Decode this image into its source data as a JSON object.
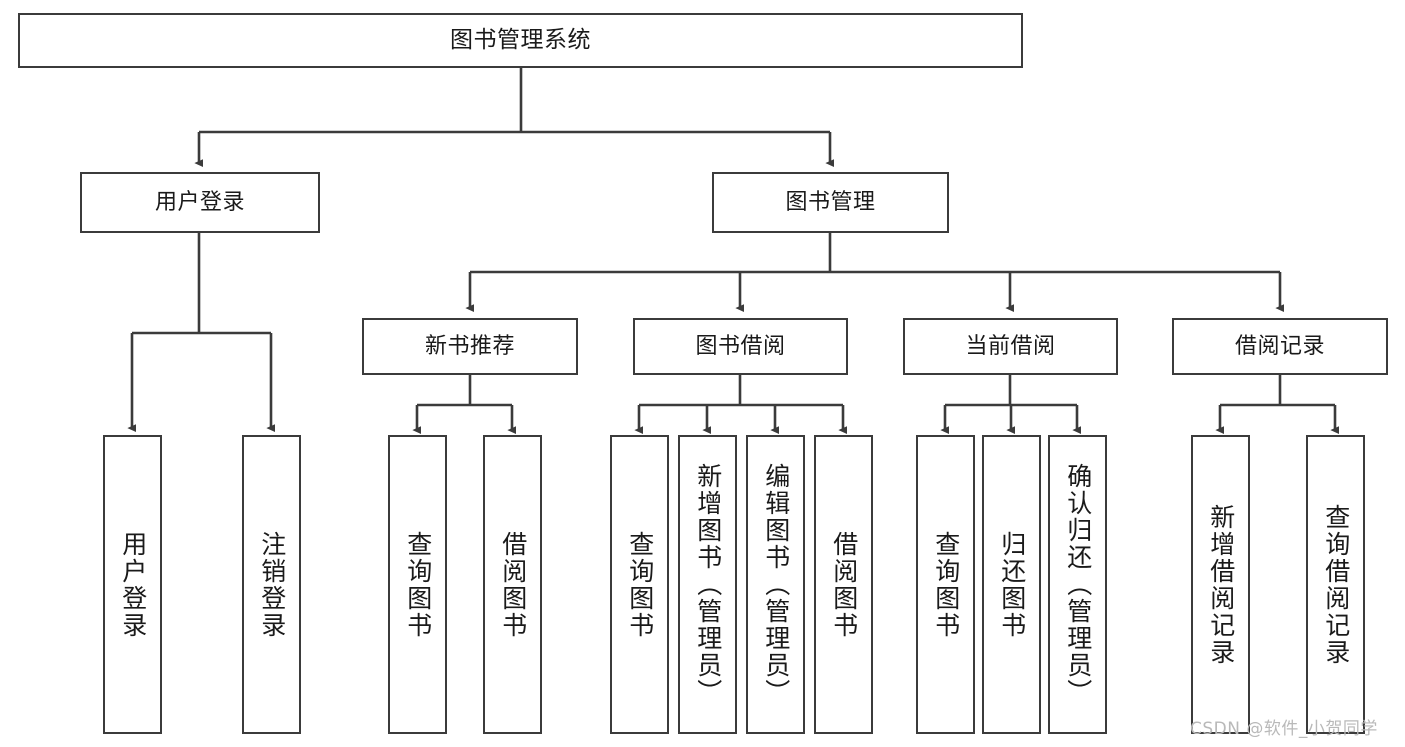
{
  "diagram": {
    "title": "图书管理系统",
    "type": "tree-hierarchy",
    "root": {
      "label": "图书管理系统"
    },
    "level2": [
      {
        "label": "用户登录"
      },
      {
        "label": "图书管理"
      }
    ],
    "level3": [
      {
        "label": "新书推荐"
      },
      {
        "label": "图书借阅"
      },
      {
        "label": "当前借阅"
      },
      {
        "label": "借阅记录"
      }
    ],
    "leaves": {
      "user_login": [
        {
          "label": "用户登录"
        },
        {
          "label": "注销登录"
        }
      ],
      "new_book_recommend": [
        {
          "label": "查询图书"
        },
        {
          "label": "借阅图书"
        }
      ],
      "book_borrow": [
        {
          "label": "查询图书"
        },
        {
          "label": "新增图书（管理员）"
        },
        {
          "label": "编辑图书（管理员）"
        },
        {
          "label": "借阅图书"
        }
      ],
      "current_borrow": [
        {
          "label": "查询图书"
        },
        {
          "label": "归还图书"
        },
        {
          "label": "确认归还（管理员）"
        }
      ],
      "borrow_record": [
        {
          "label": "新增借阅记录"
        },
        {
          "label": "查询借阅记录"
        }
      ]
    }
  },
  "watermark": {
    "text": "CSDN @软件_小贺同学"
  },
  "colors": {
    "border": "#3b3b3b",
    "background": "#ffffff",
    "text": "#1a1a1a",
    "watermark": "#b9b9b9"
  }
}
